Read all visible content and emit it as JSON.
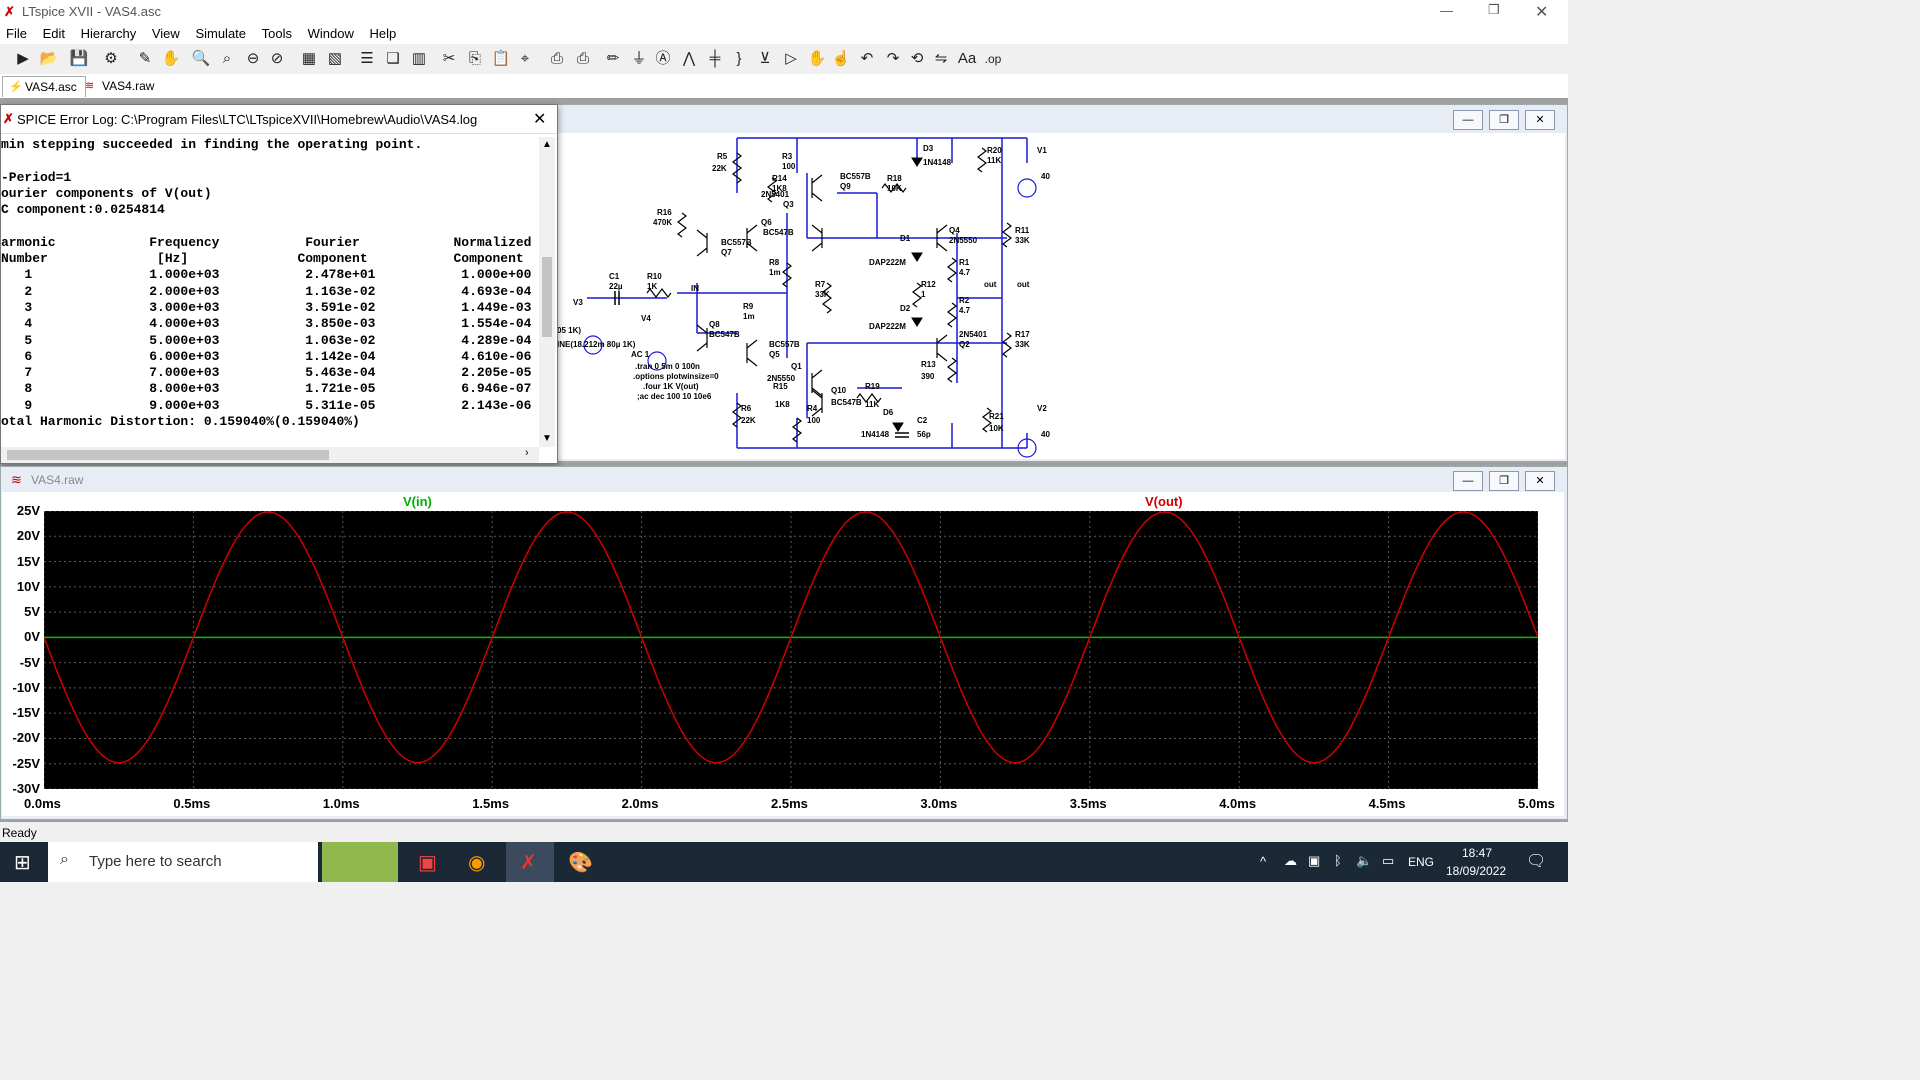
{
  "app": {
    "title": "LTspice XVII - VAS4.asc"
  },
  "menu": [
    "File",
    "Edit",
    "Hierarchy",
    "View",
    "Simulate",
    "Tools",
    "Window",
    "Help"
  ],
  "tabs": [
    {
      "label": "VAS4.asc"
    },
    {
      "label": "VAS4.raw"
    }
  ],
  "errlog": {
    "title": "SPICE Error Log: C:\\Program Files\\LTC\\LTspiceXVII\\Homebrew\\Audio\\VAS4.log",
    "lines": [
      "min stepping succeeded in finding the operating point.",
      "",
      "-Period=1",
      "ourier components of V(out)",
      "C component:0.0254814",
      "",
      "armonic            Frequency           Fourier            Normalized",
      "Number              [Hz]              Component           Component",
      "   1               1.000e+03           2.478e+01           1.000e+00",
      "   2               2.000e+03           1.163e-02           4.693e-04",
      "   3               3.000e+03           3.591e-02           1.449e-03",
      "   4               4.000e+03           3.850e-03           1.554e-04",
      "   5               5.000e+03           1.063e-02           4.289e-04",
      "   6               6.000e+03           1.142e-04           4.610e-06",
      "   7               7.000e+03           5.463e-04           2.205e-05",
      "   8               8.000e+03           1.721e-05           6.946e-07",
      "   9               9.000e+03           5.311e-05           2.143e-06",
      "otal Harmonic Distortion: 0.159040%(0.159040%)"
    ]
  },
  "schematic": {
    "labels": [
      "R5",
      "22K",
      "R3",
      "100",
      "R14",
      "1K8",
      "BC557B",
      "Q9",
      "R18",
      "10K",
      "D3",
      "1N4148",
      "R20",
      "11K",
      "V1",
      "40",
      "2N5401",
      "Q3",
      "R16",
      "470K",
      "Q6",
      "BC547B",
      "Q4",
      "2N5550",
      "R11",
      "33K",
      "BC557B",
      "Q7",
      "D1",
      "DAP222M",
      "R8",
      "1m",
      "R1",
      "4.7",
      "C1",
      "22µ",
      "R10",
      "1K",
      "IN",
      "R7",
      "33K",
      "R12",
      "1",
      "out",
      "V3",
      "R9",
      "1m",
      "D2",
      "R2",
      "4.7",
      "V4",
      "Q8",
      "BC547B",
      "DAP222M",
      "2N5401",
      "Q2",
      "R17",
      "33K",
      "05 1K)",
      "INE(18.212m 80µ 1K)",
      "AC 1",
      "BC557B",
      "Q5",
      "Q1",
      "2N5550",
      "R15",
      "1K8",
      "R4",
      "100",
      "Q10",
      "BC547B",
      "R19",
      "11K",
      "R13",
      "390",
      "D6",
      "1N4148",
      "C2",
      "56p",
      "R21",
      "10K",
      "V2",
      "40",
      "R6",
      "22K",
      ".tran 0 5m 0 100n",
      ".options plotwinsize=0",
      ".four 1K V(out)",
      ";ac dec 100 10 10e6",
      "out"
    ]
  },
  "plot": {
    "window_title": "VAS4.raw",
    "trace_in": "V(in)",
    "trace_out": "V(out)",
    "colors": {
      "in": "#00c000",
      "out": "#d00000",
      "grid": "#5a5a5a"
    }
  },
  "chart_data": {
    "type": "line",
    "xlabel": "",
    "ylabel": "",
    "xlim": [
      0,
      5.0
    ],
    "ylim": [
      -30,
      25
    ],
    "x_ticks": [
      "0.0ms",
      "0.5ms",
      "1.0ms",
      "1.5ms",
      "2.0ms",
      "2.5ms",
      "3.0ms",
      "3.5ms",
      "4.0ms",
      "4.5ms",
      "5.0ms"
    ],
    "y_ticks": [
      "25V",
      "20V",
      "15V",
      "10V",
      "5V",
      "0V",
      "-5V",
      "-10V",
      "-15V",
      "-20V",
      "-25V",
      "-30V"
    ],
    "series": [
      {
        "name": "V(in)",
        "color": "#00c000",
        "x": [
          0,
          1,
          2,
          3,
          4,
          5
        ],
        "y": [
          0,
          0,
          0,
          0,
          0,
          0
        ]
      },
      {
        "name": "V(out)",
        "color": "#d00000",
        "x": [
          0,
          0.25,
          0.5,
          0.75,
          1.0,
          1.25,
          1.5,
          1.75,
          2.0,
          2.25,
          2.5,
          2.75,
          3.0,
          3.25,
          3.5,
          3.75,
          4.0,
          4.25,
          4.5,
          4.75,
          5.0
        ],
        "y": [
          0,
          -24.8,
          0,
          24.8,
          0,
          -24.8,
          0,
          24.8,
          0,
          -24.8,
          0,
          24.8,
          0,
          -24.8,
          0,
          24.8,
          0,
          -24.8,
          0,
          24.8,
          0
        ]
      }
    ]
  },
  "status": {
    "text": "Ready"
  },
  "taskbar": {
    "search_placeholder": "Type here to search",
    "lang": "ENG",
    "time": "18:47",
    "date": "18/09/2022"
  }
}
